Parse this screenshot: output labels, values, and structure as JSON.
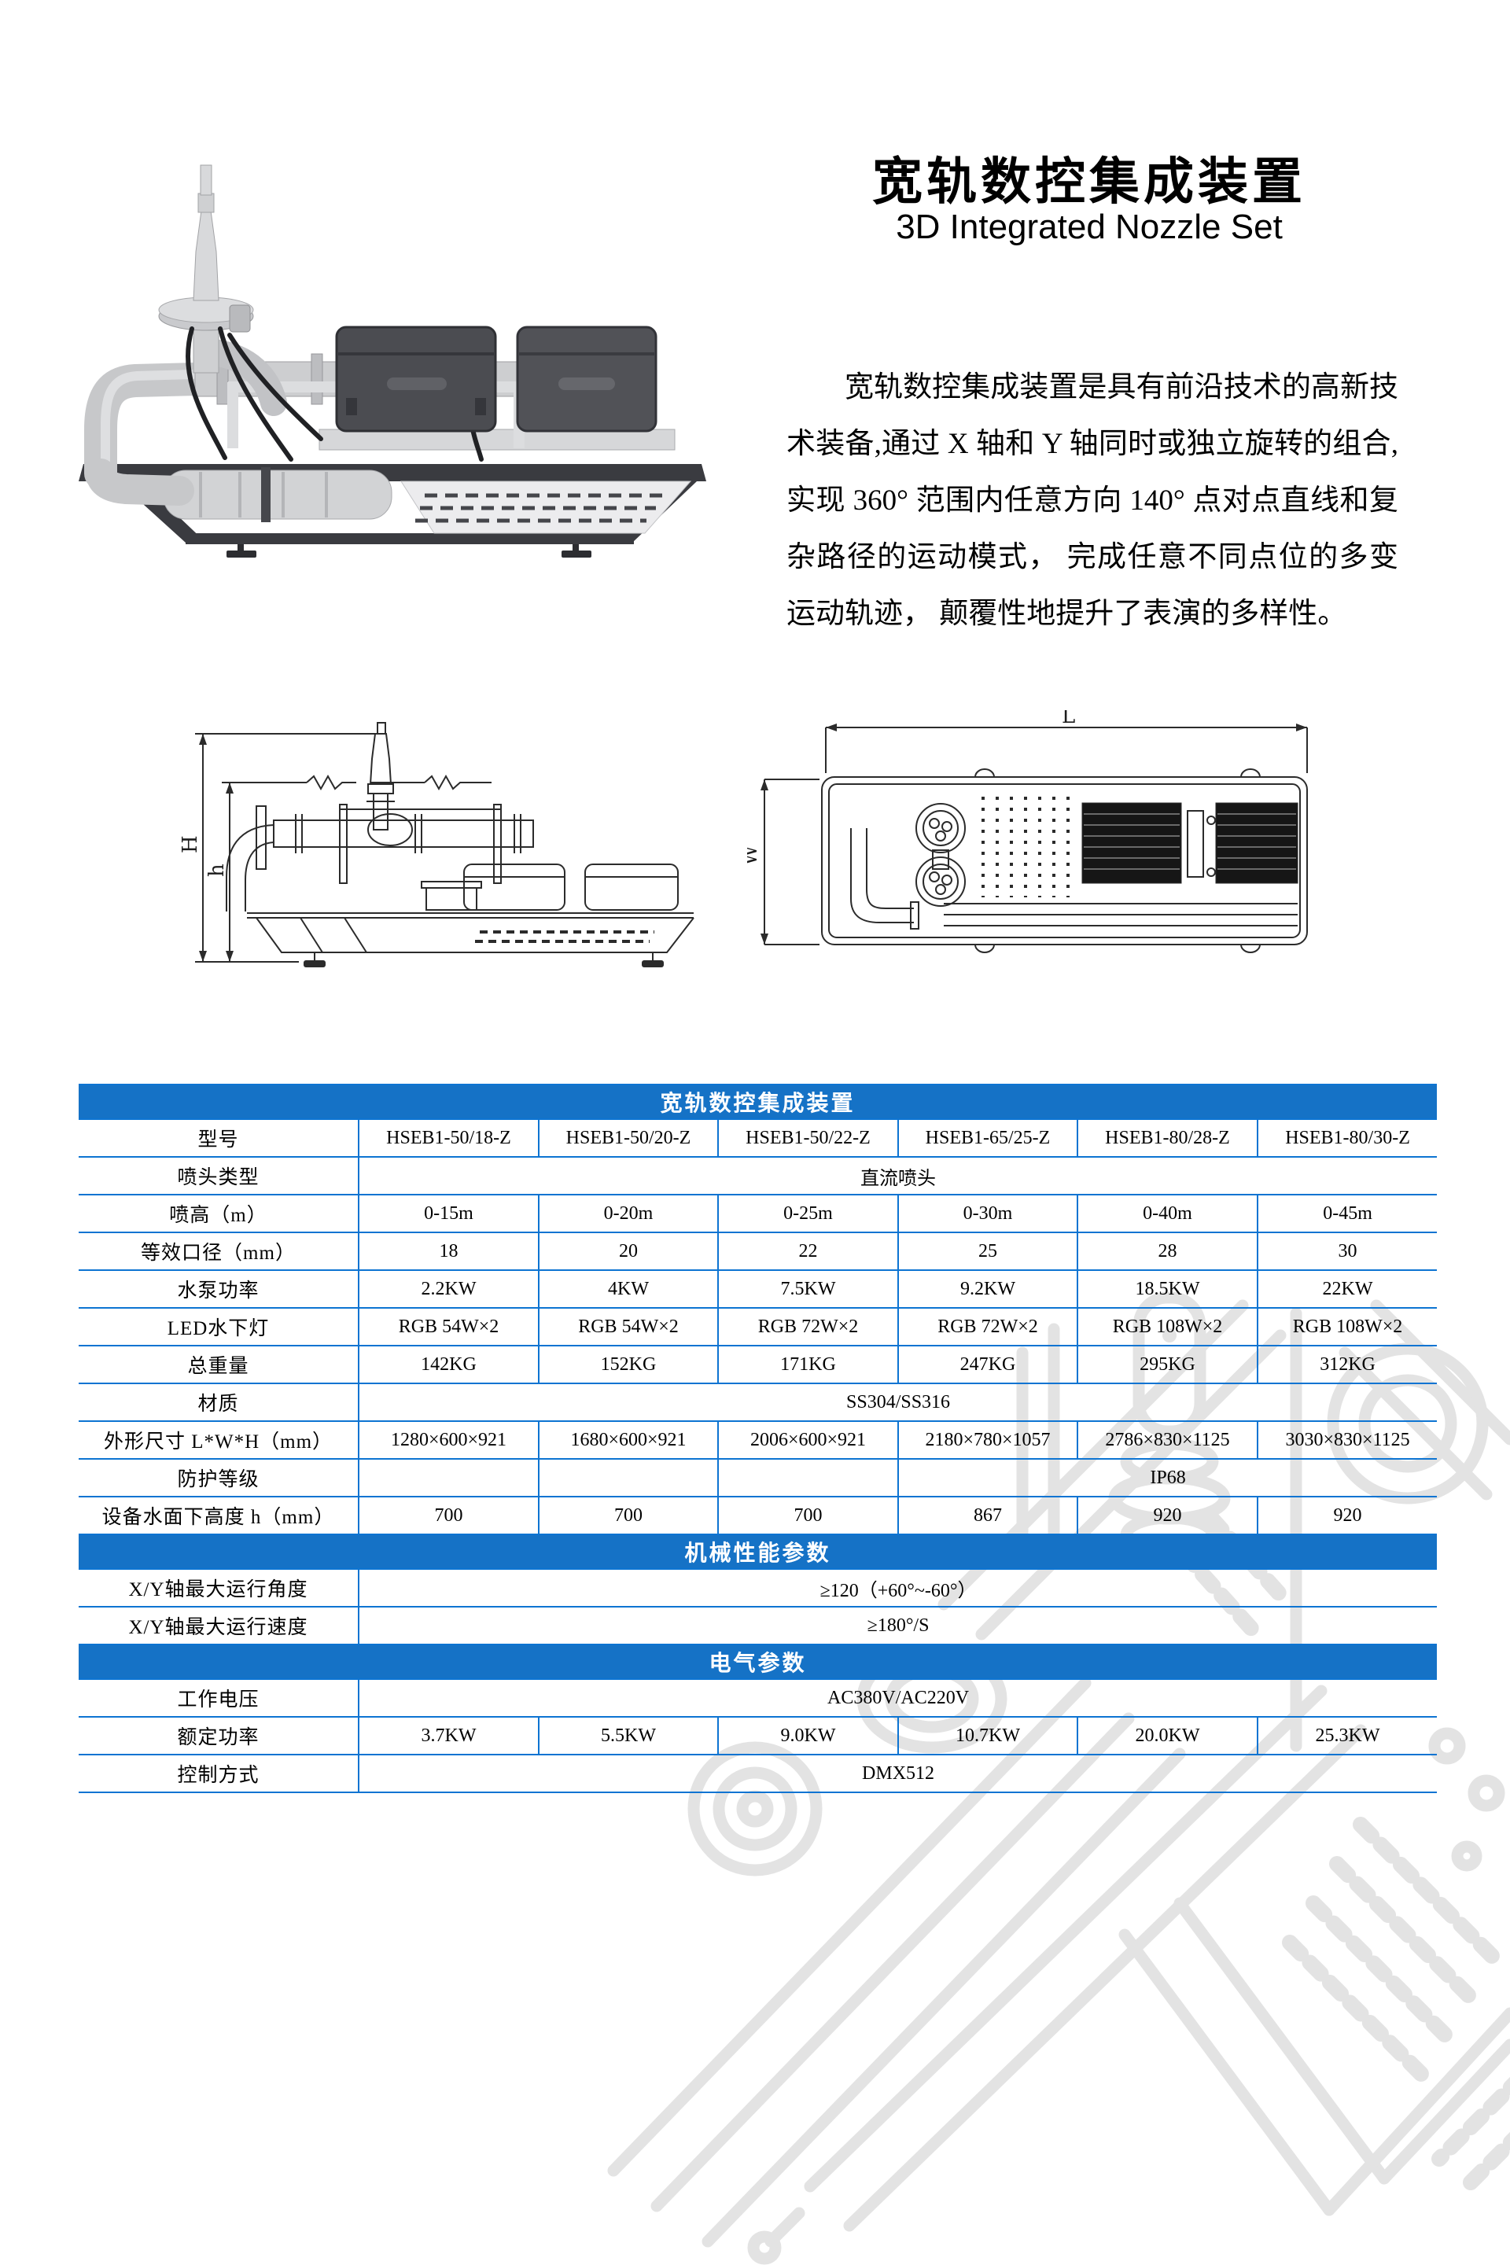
{
  "header": {
    "title_cn": "宽轨数控集成装置",
    "title_en": "3D Integrated Nozzle Set",
    "description": "宽轨数控集成装置是具有前沿技术的高新技术装备,通过 X 轴和 Y 轴同时或独立旋转的组合,实现 360° 范围内任意方向 140° 点对点直线和复杂路径的运动模式， 完成任意不同点位的多变运动轨迹， 颠覆性地提升了表演的多样性。"
  },
  "drawings": {
    "side_view": {
      "dim_total_height": "H",
      "dim_underwater_height": "h"
    },
    "top_view": {
      "dim_length": "L",
      "dim_width": "W"
    }
  },
  "colors": {
    "section_bar": "#1572c6",
    "table_border": "#0d74d2",
    "bar_text": "#ffffff"
  },
  "table": {
    "rows": [
      {
        "type": "section",
        "label": "宽轨数控集成装置"
      },
      {
        "type": "data",
        "label": "型号",
        "cells": [
          "HSEB1-50/18-Z",
          "HSEB1-50/20-Z",
          "HSEB1-50/22-Z",
          "HSEB1-65/25-Z",
          "HSEB1-80/28-Z",
          "HSEB1-80/30-Z"
        ]
      },
      {
        "type": "data",
        "label": "喷头类型",
        "cells": [
          {
            "t": "直流喷头",
            "span": 6
          }
        ]
      },
      {
        "type": "data",
        "label": "喷高（m）",
        "cells": [
          "0-15m",
          "0-20m",
          "0-25m",
          "0-30m",
          "0-40m",
          "0-45m"
        ]
      },
      {
        "type": "data",
        "label": "等效口径（mm）",
        "cells": [
          "18",
          "20",
          "22",
          "25",
          "28",
          "30"
        ]
      },
      {
        "type": "data",
        "label": "水泵功率",
        "cells": [
          "2.2KW",
          "4KW",
          "7.5KW",
          "9.2KW",
          "18.5KW",
          "22KW"
        ]
      },
      {
        "type": "data",
        "label": "LED水下灯",
        "cells": [
          "RGB 54W×2",
          "RGB 54W×2",
          "RGB 72W×2",
          "RGB 72W×2",
          "RGB 108W×2",
          "RGB 108W×2"
        ]
      },
      {
        "type": "data",
        "label": "总重量",
        "cells": [
          "142KG",
          "152KG",
          "171KG",
          "247KG",
          "295KG",
          "312KG"
        ]
      },
      {
        "type": "data",
        "label": "材质",
        "cells": [
          {
            "t": "SS304/SS316",
            "span": 6
          }
        ]
      },
      {
        "type": "data",
        "label": "外形尺寸 L*W*H（mm）",
        "cells": [
          "1280×600×921",
          "1680×600×921",
          "2006×600×921",
          "2180×780×1057",
          "2786×830×1125",
          "3030×830×1125"
        ]
      },
      {
        "type": "data",
        "label": "防护等级",
        "cells": [
          "",
          "",
          "",
          {
            "t": "IP68",
            "span": 3
          }
        ]
      },
      {
        "type": "data",
        "label": "设备水面下高度 h（mm）",
        "cells": [
          "700",
          "700",
          "700",
          "867",
          "920",
          "920"
        ]
      },
      {
        "type": "section",
        "label": "机械性能参数"
      },
      {
        "type": "data",
        "label": "X/Y轴最大运行角度",
        "cells": [
          {
            "t": "≥120（+60°~-60°）",
            "span": 6
          }
        ]
      },
      {
        "type": "data",
        "label": "X/Y轴最大运行速度",
        "cells": [
          {
            "t": "≥180°/S",
            "span": 6
          }
        ]
      },
      {
        "type": "section",
        "label": "电气参数"
      },
      {
        "type": "data",
        "label": "工作电压",
        "cells": [
          {
            "t": "AC380V/AC220V",
            "span": 6
          }
        ]
      },
      {
        "type": "data",
        "label": "额定功率",
        "cells": [
          "3.7KW",
          "5.5KW",
          "9.0KW",
          "10.7KW",
          "20.0KW",
          "25.3KW"
        ]
      },
      {
        "type": "data",
        "label": "控制方式",
        "cells": [
          {
            "t": "DMX512",
            "span": 6
          }
        ]
      }
    ]
  }
}
